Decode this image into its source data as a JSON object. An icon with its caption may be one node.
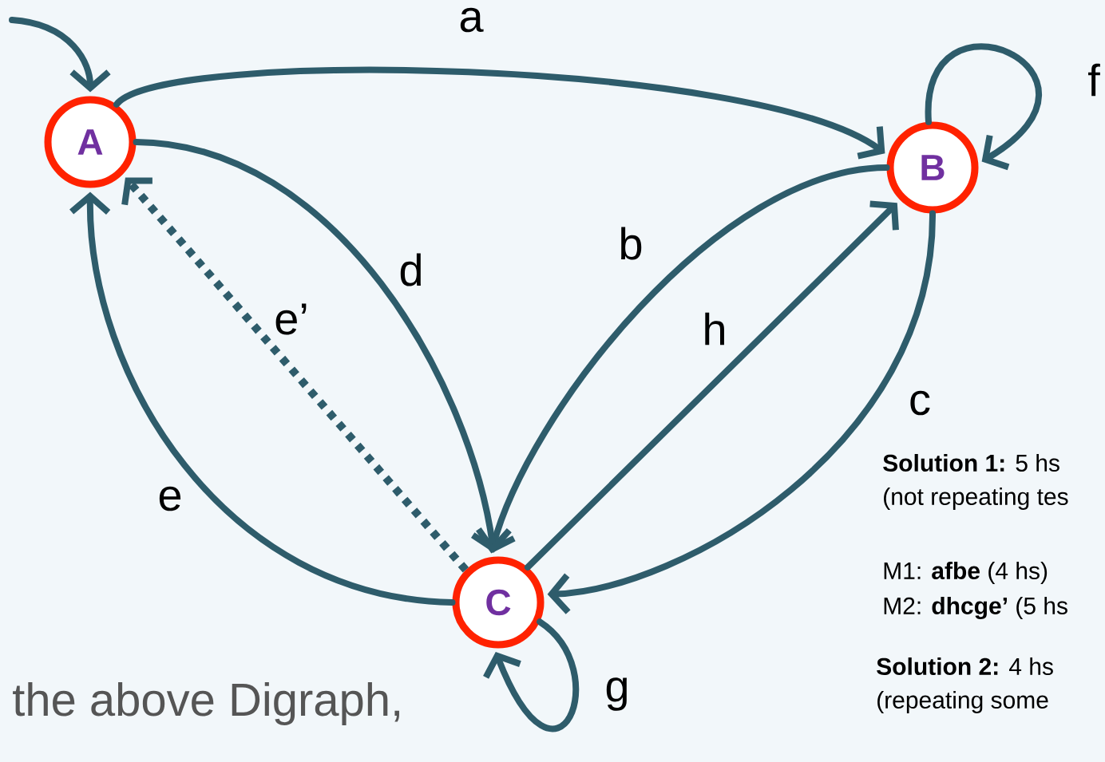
{
  "diagram": {
    "nodes": [
      {
        "text": [
          "A"
        ]
      },
      {
        "text": [
          "B"
        ]
      },
      {
        "text": [
          "C"
        ]
      }
    ],
    "edges": [
      {
        "from": null,
        "to": 0,
        "arrow": "to"
      },
      {
        "from": 0,
        "to": 1,
        "arrow": "to",
        "label": "a"
      },
      {
        "from": 1,
        "to": 1,
        "arrow": "to",
        "label": "f"
      },
      {
        "from": 1,
        "to": 2,
        "arrow": "to",
        "label": "b"
      },
      {
        "from": 2,
        "to": 1,
        "arrow": "to",
        "label": "h"
      },
      {
        "from": 1,
        "to": 2,
        "arrow": "to",
        "label": "c"
      },
      {
        "from": 2,
        "to": 2,
        "arrow": "to",
        "label": "g"
      },
      {
        "from": 0,
        "to": 2,
        "arrow": "to",
        "label": "d"
      },
      {
        "from": 2,
        "to": 0,
        "arrow": "to",
        "label": "e"
      },
      {
        "from": 2,
        "to": 0,
        "arrow": "to",
        "label": "e’",
        "style": "dashed"
      }
    ],
    "labels": [
      "**Solution 1:** 5 hs",
      "(not repeating tes",
      "M1: **afbe** (4 hs)",
      "M2: **dhcge’** (5 hs",
      "**Solution 2:** 4 hs",
      "(repeating some",
      "the above Digraph,"
    ]
  }
}
